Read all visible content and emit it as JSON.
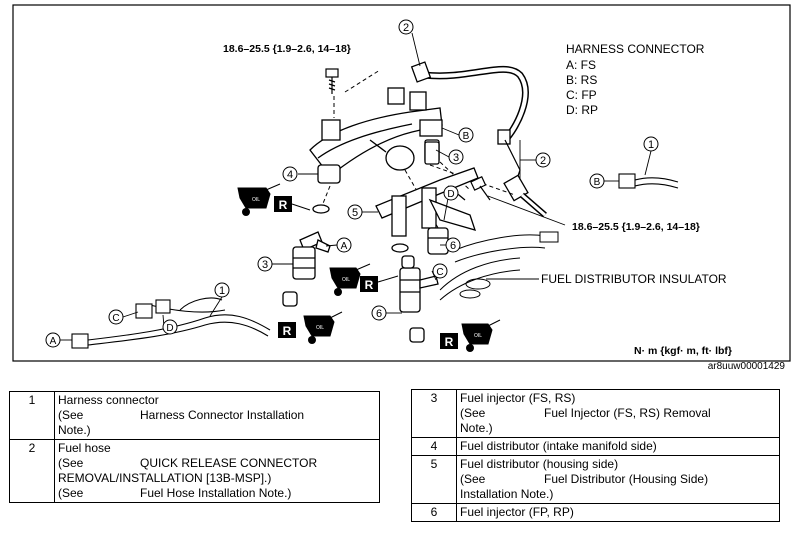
{
  "diagram": {
    "torque_top": "18.6–25.5  {1.9–2.6,  14–18}",
    "torque_right": "18.6–25.5  {1.9–2.6,  14–18}",
    "harness_title": "HARNESS CONNECTOR",
    "harness_items": [
      "A: FS",
      "B: RS",
      "C: FP",
      "D: RP"
    ],
    "insulator_label": "FUEL DISTRIBUTOR INSULATOR",
    "units": "N· m  {kgf· m,  ft· lbf}",
    "ref_code": "ar8uuw00001429",
    "callouts": [
      "1",
      "2",
      "3",
      "4",
      "5",
      "6"
    ],
    "connector_letters": [
      "A",
      "B",
      "C",
      "D"
    ],
    "replace_mark": "R",
    "oil_mark": "OIL"
  },
  "legend": {
    "left": [
      {
        "num": "1",
        "name": "Harness connector",
        "see_label": "(See",
        "see_text": "Harness Connector Installation",
        "see_cont": "Note.)"
      },
      {
        "num": "2",
        "name": "Fuel hose",
        "see_label": "(See",
        "see_text": "QUICK RELEASE CONNECTOR",
        "see_cont": "REMOVAL/INSTALLATION [13B-MSP].)",
        "see2_label": "(See",
        "see2_text": "Fuel Hose Installation Note.)"
      }
    ],
    "right": [
      {
        "num": "3",
        "name": "Fuel injector (FS, RS)",
        "see_label": "(See",
        "see_text": "Fuel Injector (FS, RS) Removal",
        "see_cont": "Note.)"
      },
      {
        "num": "4",
        "name": "Fuel distributor (intake manifold side)"
      },
      {
        "num": "5",
        "name": "Fuel distributor (housing side)",
        "see_label": "(See",
        "see_text": "Fuel Distributor (Housing Side)",
        "see_cont": "Installation Note.)"
      },
      {
        "num": "6",
        "name": "Fuel injector (FP, RP)"
      }
    ]
  }
}
